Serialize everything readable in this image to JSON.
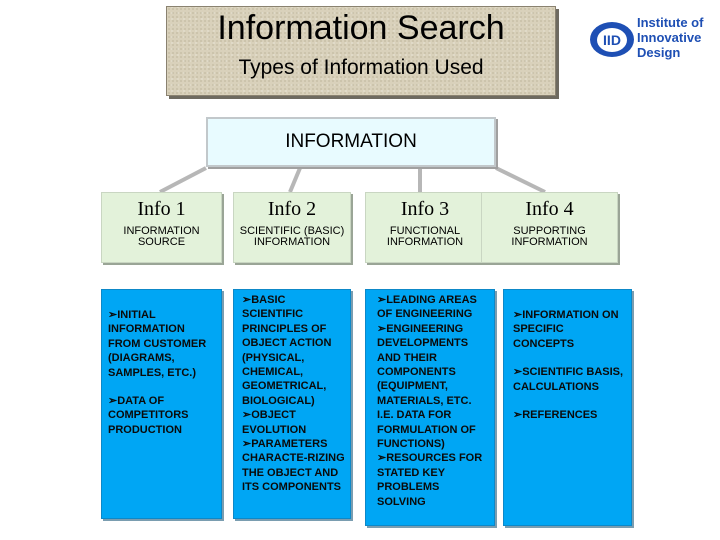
{
  "header": {
    "title": "Information Search",
    "subtitle": "Types of Information Used"
  },
  "logo": {
    "mark": "IID",
    "line1": "Institute of",
    "line2": "Innovative",
    "line3": "Design",
    "color": "#1e4fb4"
  },
  "diagram": {
    "root": "INFORMATION",
    "columns": [
      {
        "title": "Info 1",
        "subtitle": "INFORMATION SOURCE",
        "items": [
          "➢INITIAL INFORMATION FROM CUSTOMER (DIAGRAMS, SAMPLES, ETC.)",
          "➢DATA OF COMPETITORS PRODUCTION"
        ]
      },
      {
        "title": "Info 2",
        "subtitle": "SCIENTIFIC (BASIC) INFORMATION",
        "items": [
          "➢BASIC SCIENTIFIC PRINCIPLES OF OBJECT ACTION (PHYSICAL, CHEMICAL, GEOMETRICAL, BIOLOGICAL)",
          "➢OBJECT EVOLUTION",
          "➢PARAMETERS CHARACTE-RIZING THE OBJECT AND ITS COMPONENTS"
        ]
      },
      {
        "title": "Info 3",
        "subtitle": "FUNCTIONAL INFORMATION",
        "items": [
          "➢LEADING AREAS OF ENGINEERING",
          "➢ENGINEERING DEVELOPMENTS AND THEIR COMPONENTS (EQUIPMENT, MATERIALS, ETC. I.E. DATA FOR FORMULATION OF FUNCTIONS)",
          "➢RESOURCES FOR STATED KEY PROBLEMS SOLVING"
        ]
      },
      {
        "title": "Info 4",
        "subtitle": "SUPPORTING INFORMATION",
        "items": [
          "➢INFORMATION ON SPECIFIC CONCEPTS",
          "➢SCIENTIFIC BASIS, CALCULATIONS",
          "➢REFERENCES"
        ]
      }
    ]
  },
  "colors": {
    "panel_blue": "#00a6f4",
    "header_green": "#e3f2da",
    "root_fill": "#e8fbff"
  }
}
